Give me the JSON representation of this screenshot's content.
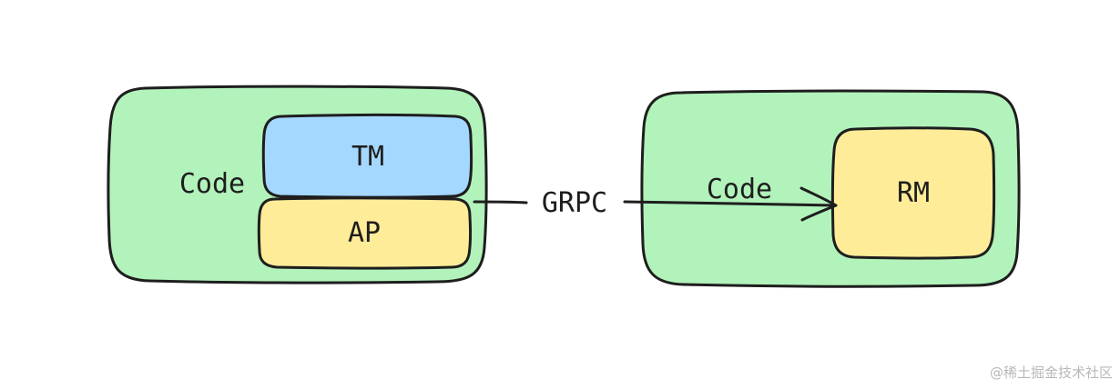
{
  "diagram": {
    "left_node": {
      "label": "Code",
      "fill": "#b2f2bb",
      "children": [
        {
          "label": "TM",
          "fill": "#a5d8ff"
        },
        {
          "label": "AP",
          "fill": "#ffec99"
        }
      ]
    },
    "right_node": {
      "label": "Code",
      "fill": "#b2f2bb",
      "children": [
        {
          "label": "RM",
          "fill": "#ffec99"
        }
      ]
    },
    "edge": {
      "label": "GRPC",
      "from": "AP",
      "to": "RM",
      "stroke": "#1e1e1e"
    }
  },
  "watermark": "@稀土掘金技术社区"
}
